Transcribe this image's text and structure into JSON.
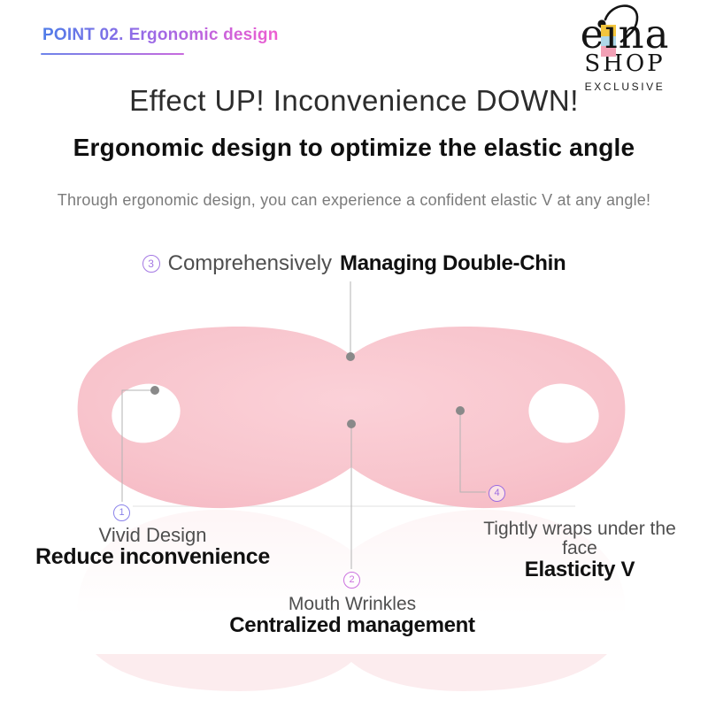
{
  "point_header": {
    "label": "POINT 02.",
    "title": "Ergonomic design"
  },
  "logo": {
    "brand_e": "e",
    "brand_i": "ı",
    "brand_na": "na",
    "line2": "SHOP",
    "line3": "EXCLUSIVE"
  },
  "headline": "Effect UP! Inconvenience DOWN!",
  "subheadline": "Ergonomic design to optimize the elastic angle",
  "description": "Through ergonomic design, you can experience a confident elastic V at any angle!",
  "callouts": [
    {
      "num": "3",
      "plain": "Comprehensively",
      "bold": "Managing Double-Chin"
    },
    {
      "num": "1",
      "plain": "Vivid Design",
      "bold": "Reduce inconvenience"
    },
    {
      "num": "2",
      "plain": "Mouth Wrinkles",
      "bold": "Centralized management"
    },
    {
      "num": "4",
      "plain": "Tightly wraps under the face",
      "bold": "Elasticity V"
    }
  ],
  "colors": {
    "gradient_start": "#4f7ce8",
    "gradient_end": "#ef5ed1",
    "mask_pink": "#f8c5cd",
    "badge_purple": "#9c6ce0",
    "logo_yellow": "#f2c53d",
    "logo_blue": "#aed7e8",
    "logo_pink": "#f2a0b5"
  }
}
